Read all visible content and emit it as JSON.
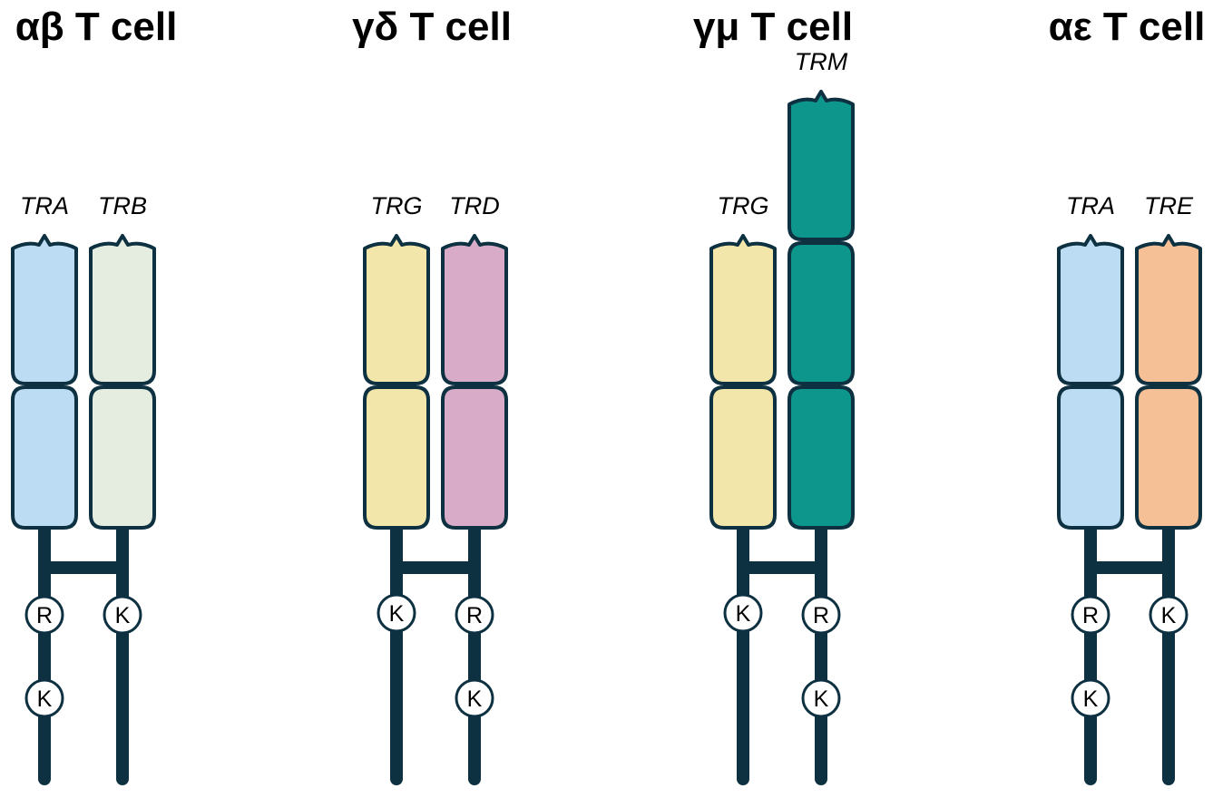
{
  "colors": {
    "outline": "#0e3142",
    "background": "#ffffff",
    "alpha": "#bcdcf3",
    "beta": "#e4ede0",
    "gamma": "#f2e6aa",
    "delta": "#d8acc8",
    "mu": "#0d968c",
    "epsilon": "#f5c095"
  },
  "cells": [
    {
      "title": "αβ T cell",
      "chains": [
        {
          "gene": "TRA",
          "color_key": "alpha",
          "domains": 2,
          "residues": [
            "R",
            "K"
          ]
        },
        {
          "gene": "TRB",
          "color_key": "beta",
          "domains": 2,
          "residues": [
            "K"
          ]
        }
      ]
    },
    {
      "title": "γδ T cell",
      "chains": [
        {
          "gene": "TRG",
          "color_key": "gamma",
          "domains": 2,
          "residues": [
            "K"
          ]
        },
        {
          "gene": "TRD",
          "color_key": "delta",
          "domains": 2,
          "residues": [
            "R",
            "K"
          ]
        }
      ]
    },
    {
      "title": "γμ T cell",
      "chains": [
        {
          "gene": "TRG",
          "color_key": "gamma",
          "domains": 2,
          "residues": [
            "K"
          ]
        },
        {
          "gene": "TRM",
          "color_key": "mu",
          "domains": 3,
          "residues": [
            "R",
            "K"
          ]
        }
      ]
    },
    {
      "title": "αε T cell",
      "chains": [
        {
          "gene": "TRA",
          "color_key": "alpha",
          "domains": 2,
          "residues": [
            "R",
            "K"
          ]
        },
        {
          "gene": "TRE",
          "color_key": "epsilon",
          "domains": 2,
          "residues": [
            "K"
          ]
        }
      ]
    }
  ]
}
